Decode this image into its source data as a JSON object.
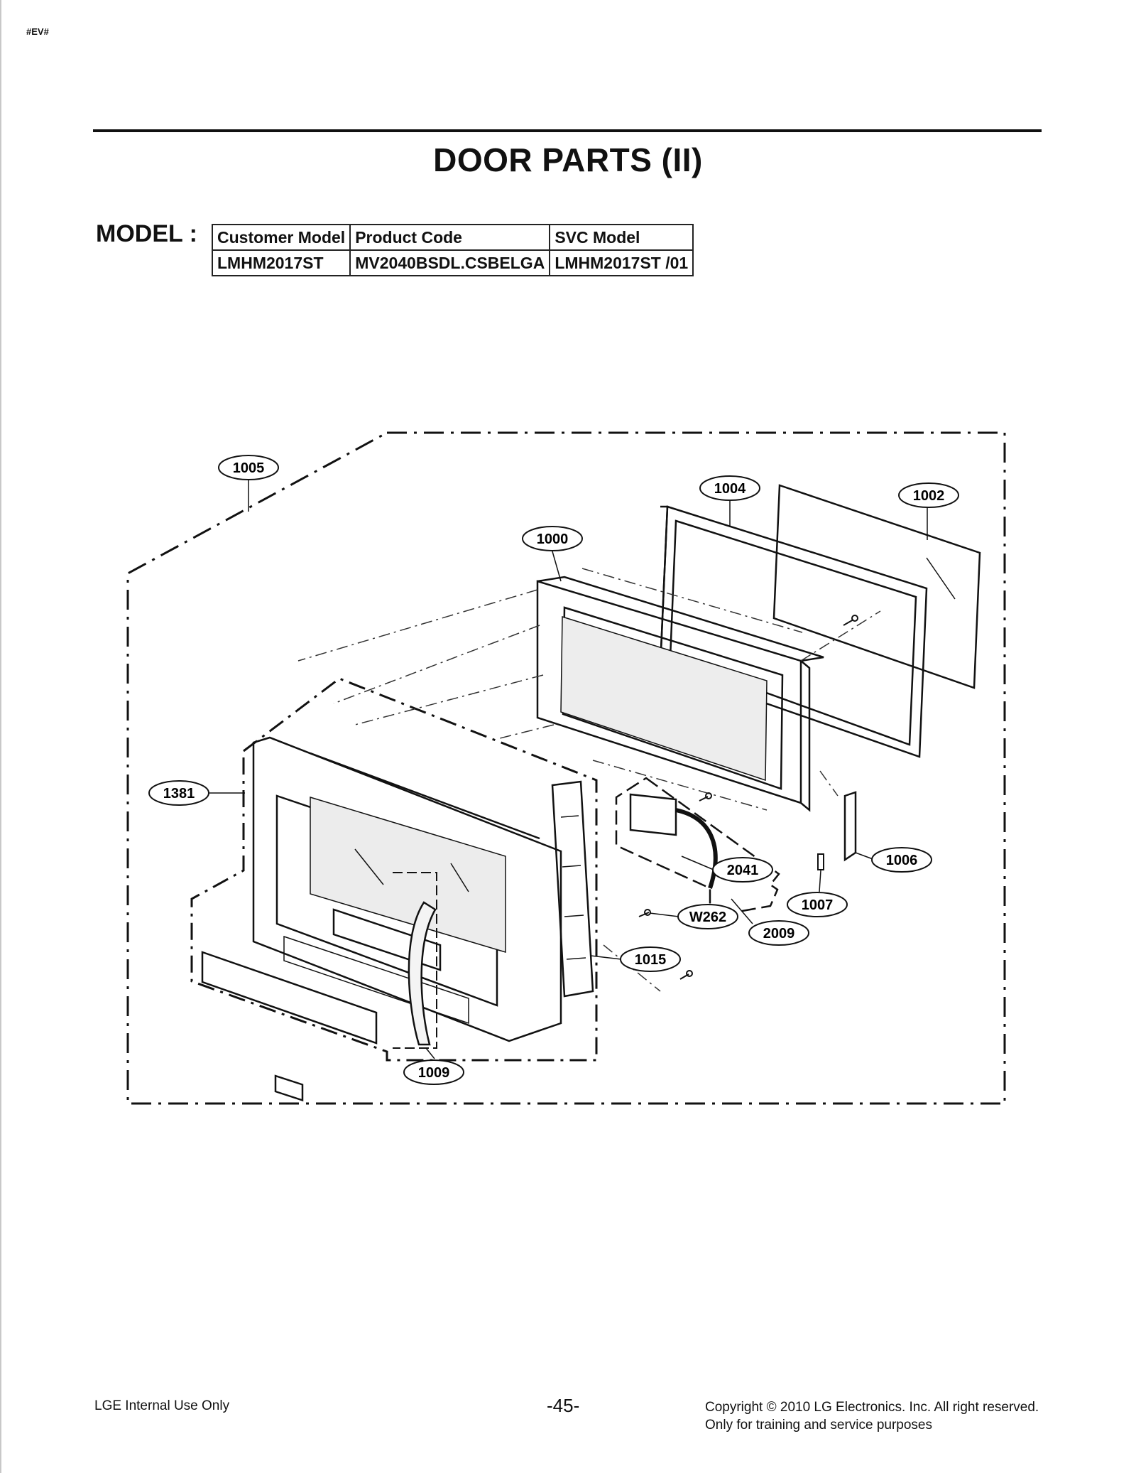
{
  "page_tag": "#EV#",
  "title": "DOOR PARTS (II)",
  "model": {
    "label": "MODEL :",
    "headers": [
      "Customer Model",
      "Product Code",
      "SVC Model"
    ],
    "row": [
      "LMHM2017ST",
      "MV2040BSDL.CSBELGA",
      "LMHM2017ST /01"
    ]
  },
  "callouts": {
    "c1005": "1005",
    "c1004": "1004",
    "c1002": "1002",
    "c1000": "1000",
    "c1381": "1381",
    "c2041": "2041",
    "c1006": "1006",
    "c1007": "1007",
    "cW262": "W262",
    "c2009": "2009",
    "c1015": "1015",
    "c1009": "1009"
  },
  "footer": {
    "left": "LGE Internal Use Only",
    "page": "-45-",
    "right_line1": "Copyright © 2010 LG Electronics. Inc. All right reserved.",
    "right_line2": "Only for training and service purposes"
  }
}
